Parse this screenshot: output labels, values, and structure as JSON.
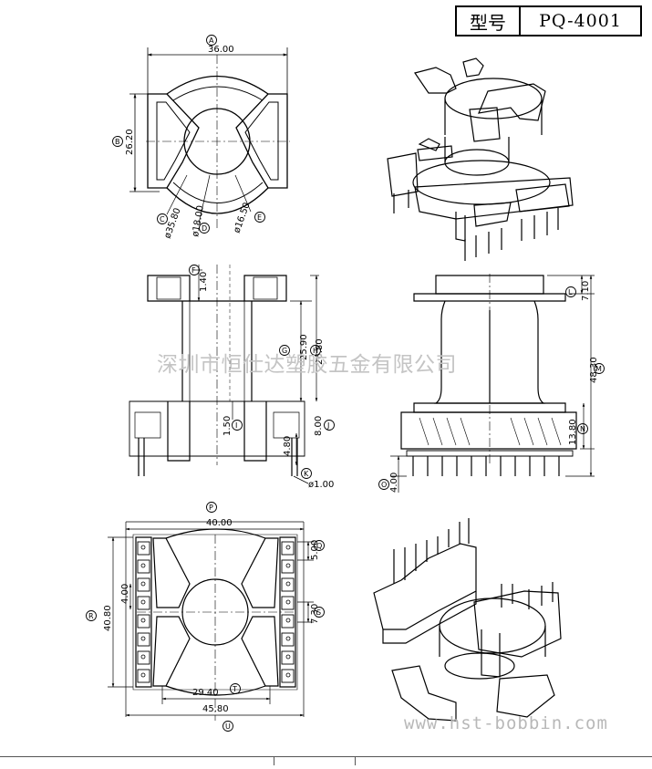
{
  "title_block": {
    "label": "型号",
    "model": "PQ-4001"
  },
  "watermarks": {
    "company": "深圳市恒仕达塑胶五金有限公司",
    "website": "www.hst-bobbin.com"
  },
  "dimensions": {
    "top_width": "36.00",
    "top_height": "26.20",
    "dia_outer": "ø35.80",
    "dia_mid": "ø18.00",
    "dia_inner": "ø16.50",
    "flange_thk": "1.40",
    "bore_len": "25.90",
    "overall_h": "26.80",
    "gap": "1.50",
    "base_h": "8.00",
    "pin_len": "4.80",
    "pin_dia": "ø1.00",
    "top_offset": "7.10",
    "total_h": "48.30",
    "base_h2": "13.80",
    "pin_len2": "4.00",
    "bottom_width": "40.00",
    "pin_pitch": "5.00",
    "slot_w": "4.00",
    "slot_gap": "7.30",
    "body_h": "40.80",
    "inner_w": "29.40",
    "base_w": "45.80"
  },
  "callouts": {
    "A": "A",
    "B": "B",
    "C": "C",
    "D": "D",
    "E": "E",
    "F": "F",
    "G": "G",
    "H": "H",
    "I": "I",
    "J": "J",
    "K": "K",
    "L": "L",
    "M": "M",
    "N": "N",
    "O": "O",
    "P": "P",
    "Q": "Q",
    "R": "R",
    "S": "S",
    "T": "T",
    "U": "U"
  }
}
